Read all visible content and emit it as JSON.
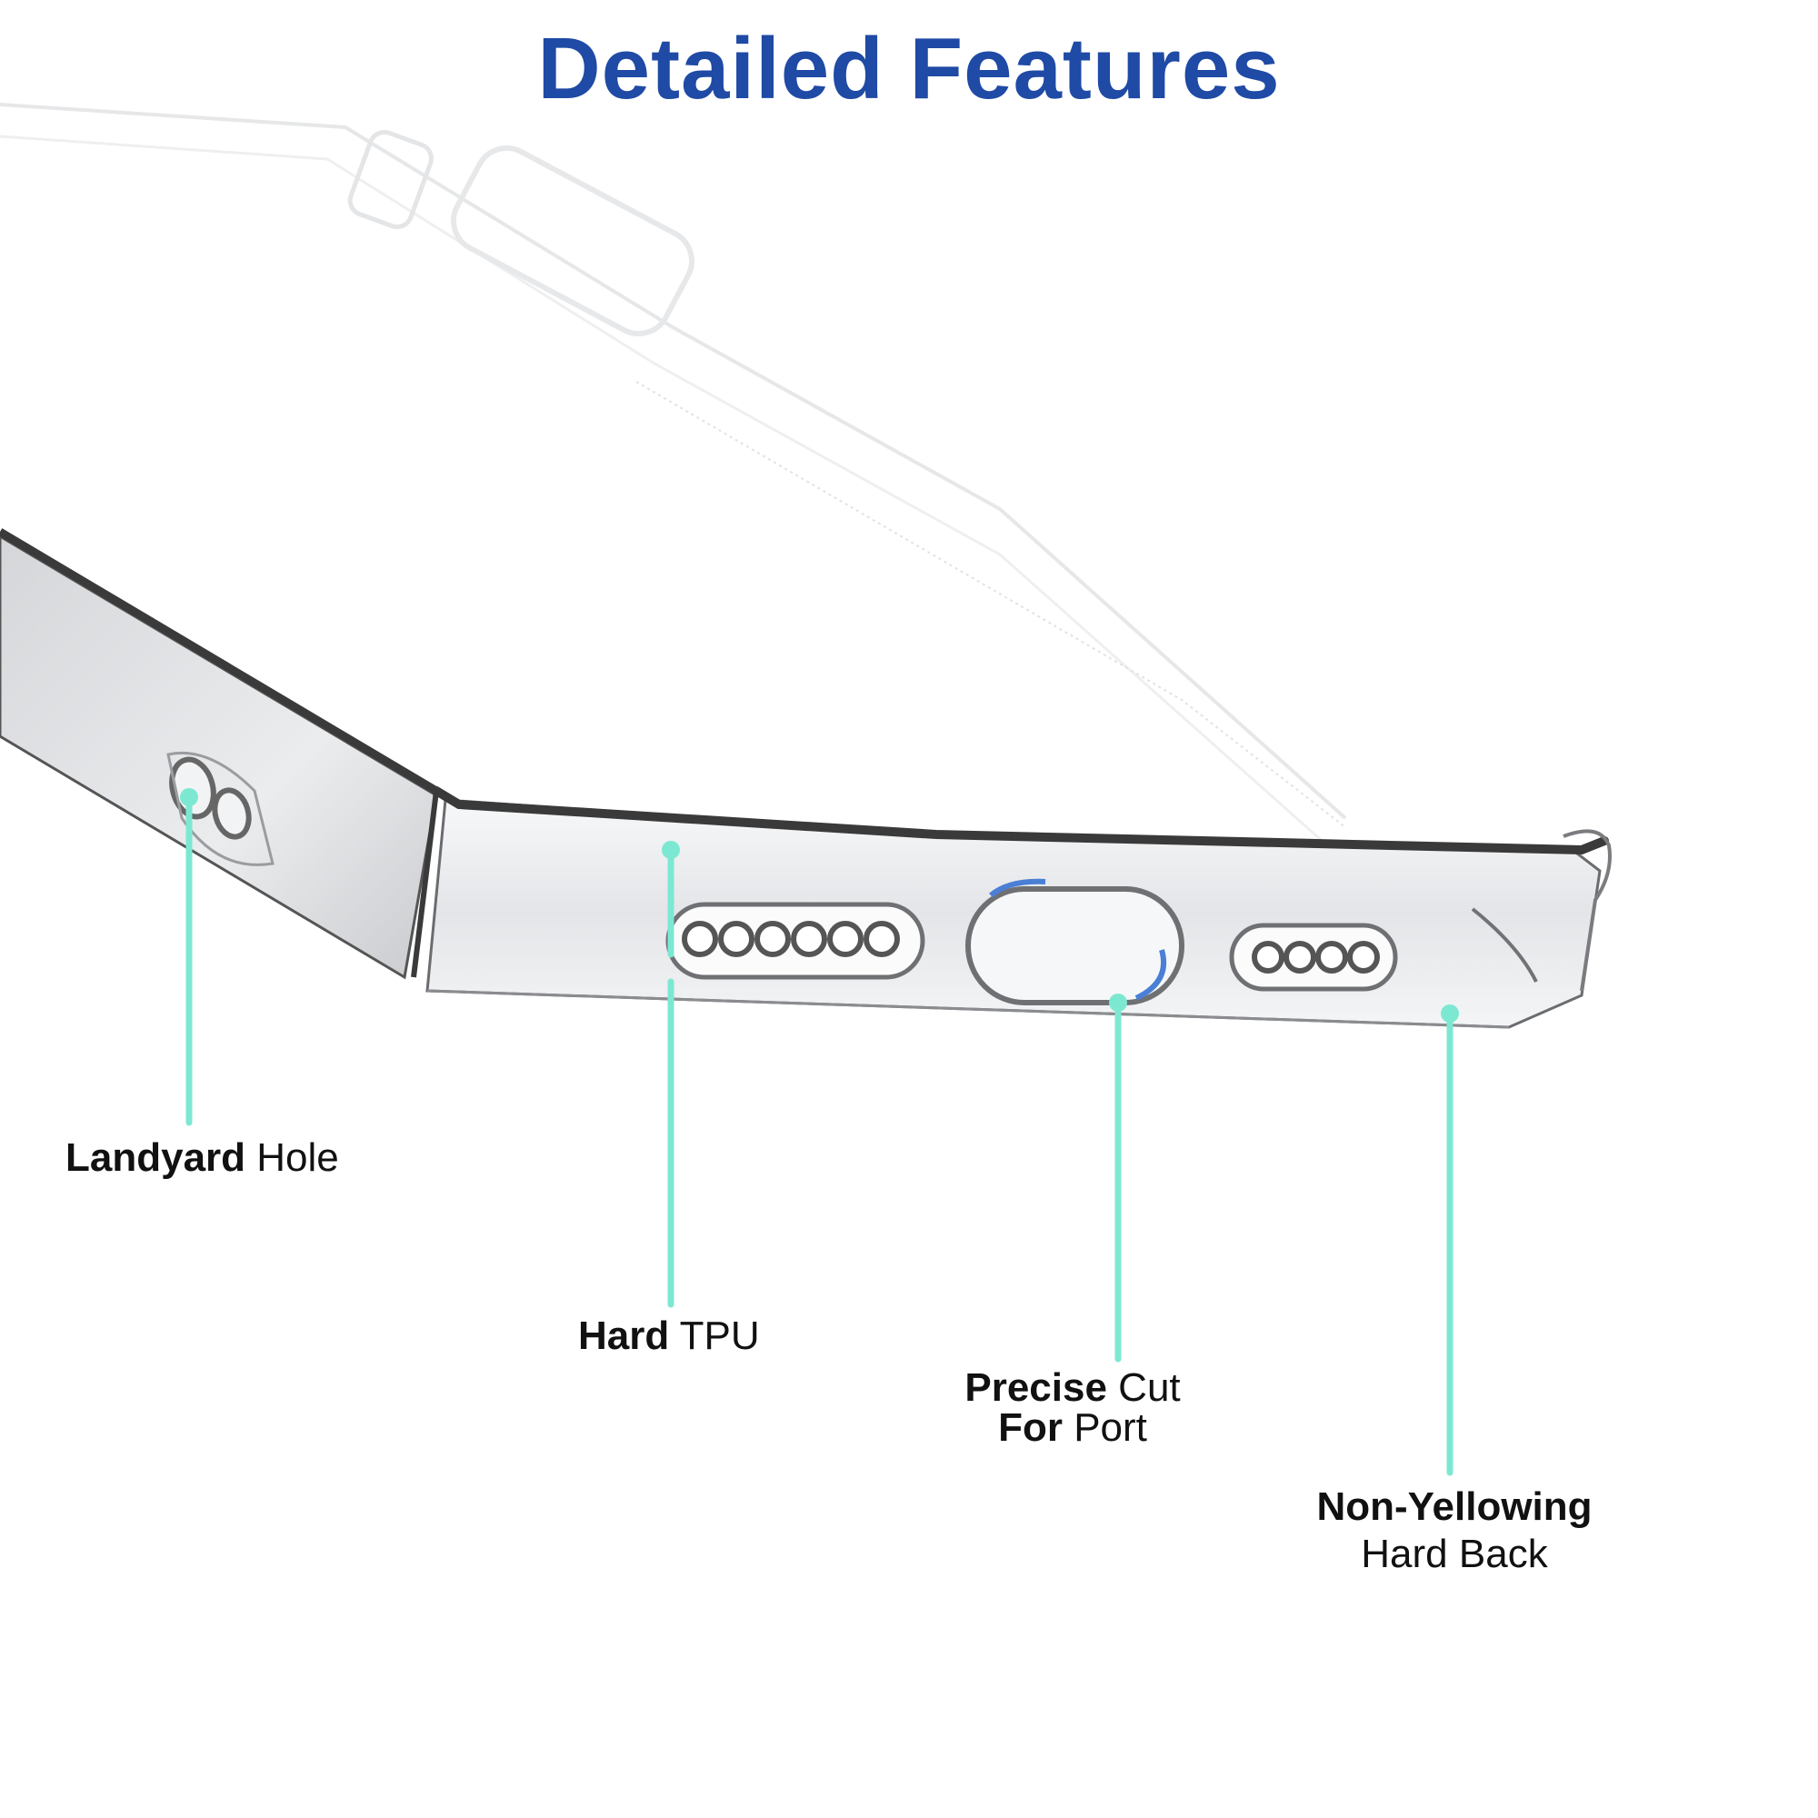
{
  "title": "Detailed Features",
  "colors": {
    "title": "#1f4aa5",
    "callout": "#7de8d2",
    "case_edge": "#3a3a3a",
    "case_fill": "#e9eaec",
    "highlight": "#4a7fd6"
  },
  "callouts": [
    {
      "bold": "Landyard",
      "regular": " Hole"
    },
    {
      "bold": "Hard",
      "regular": " TPU"
    },
    {
      "bold": "Precise",
      "regular": " Cut",
      "bold2": "For",
      "regular2": " Port"
    },
    {
      "bold": "Non-Yellowing",
      "regular2": "Hard Back"
    }
  ],
  "icons": [
    "lanyard-hole-icon",
    "speaker-grille-icon",
    "charging-port-icon"
  ]
}
